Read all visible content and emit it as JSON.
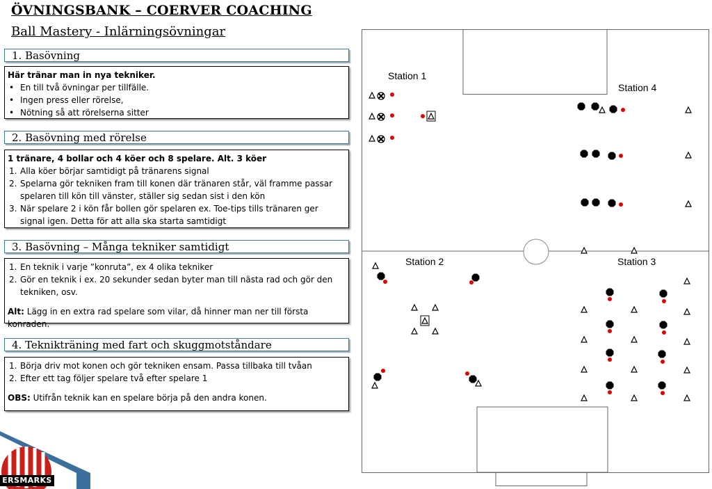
{
  "title": "ÖVNINGSBANK – COERVER COACHING",
  "subtitle": "Ball Mastery - Inlärningsövningar",
  "sections": [
    {
      "heading": "1. Basövning",
      "lead": "Här tränar man in nya tekniker.",
      "items": [
        {
          "marker": "•",
          "text": "En till två övningar per tillfälle."
        },
        {
          "marker": "•",
          "text": "Ingen press eller rörelse,"
        },
        {
          "marker": "•",
          "text": "Nötning så att rörelserna sitter"
        }
      ]
    },
    {
      "heading": "2. Basövning med rörelse",
      "lead": "1 tränare, 4 bollar och 4 köer och 8 spelare. Alt. 3 köer",
      "items": [
        {
          "marker": "1.",
          "text": "Alla köer börjar samtidigt på tränarens signal"
        },
        {
          "marker": "2.",
          "text": "Spelarna gör tekniken fram till konen där tränaren står, väl framme passar spelaren till kön till vänster, ställer sig sedan sist i den kön"
        },
        {
          "marker": "3.",
          "text": "När spelare 2 i kön får bollen gör spelaren ex. Toe-tips tills tränaren ger signal igen. Detta för att alla ska starta samtidigt"
        }
      ]
    },
    {
      "heading": "3. Basövning – Många tekniker samtidigt",
      "items": [
        {
          "marker": "1.",
          "text": "En teknik i varje ”konruta”, ex 4 olika tekniker"
        },
        {
          "marker": "2.",
          "text": "Gör en teknik i ex. 20 sekunder sedan byter man till nästa rad och gör den tekniken, osv."
        }
      ],
      "note_label": "Alt:",
      "note_text": " Lägg in en extra rad spelare som vilar, då hinner man ner till första konraden."
    },
    {
      "heading": "4. Teknikträning med fart och skuggmotståndare",
      "items": [
        {
          "marker": "1.",
          "text": "Börja driv mot konen och gör tekniken ensam. Passa tillbaka till tvåan"
        },
        {
          "marker": "2.",
          "text": "Efter ett tag följer spelare två efter spelare 1"
        }
      ],
      "note_label": "OBS:",
      "note_text": " Utifrån teknik kan en spelare börja på den andra konen."
    }
  ],
  "pitch": {
    "station_labels": [
      "Station 1",
      "Station 2",
      "Station 3",
      "Station 4"
    ]
  },
  "logo": {
    "text": "ERSMARKS"
  },
  "colors": {
    "heading_border": "#3a7f95",
    "ball": "#e00000",
    "player": "#000000",
    "logo_red": "#c8201a"
  }
}
